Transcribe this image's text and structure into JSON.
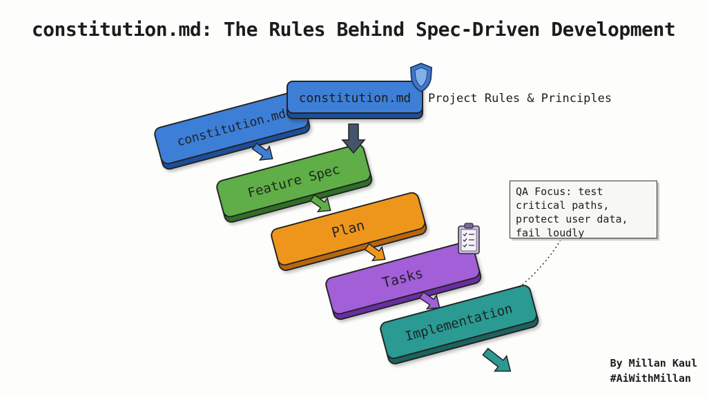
{
  "title": "constitution.md: The Rules Behind Spec-Driven Development",
  "steps": [
    {
      "label": "constitution.md",
      "color": "#3e7fd6"
    },
    {
      "label": "Feature Spec",
      "color": "#5fae46"
    },
    {
      "label": "Plan",
      "color": "#ee961c"
    },
    {
      "label": "Tasks",
      "color": "#a25fd8"
    },
    {
      "label": "Implementation",
      "color": "#2a9a93"
    }
  ],
  "constitution_card": {
    "label": "constitution.md",
    "color": "#3e7fd6"
  },
  "rules_label": "Project Rules & Principles",
  "qa_note": "QA Focus: test critical paths, protect user data, fail loudly",
  "byline": {
    "author": "By Millan Kaul",
    "hashtag": "#AiWithMillan"
  },
  "icons": [
    "shield-icon",
    "clipboard-checklist-icon"
  ]
}
